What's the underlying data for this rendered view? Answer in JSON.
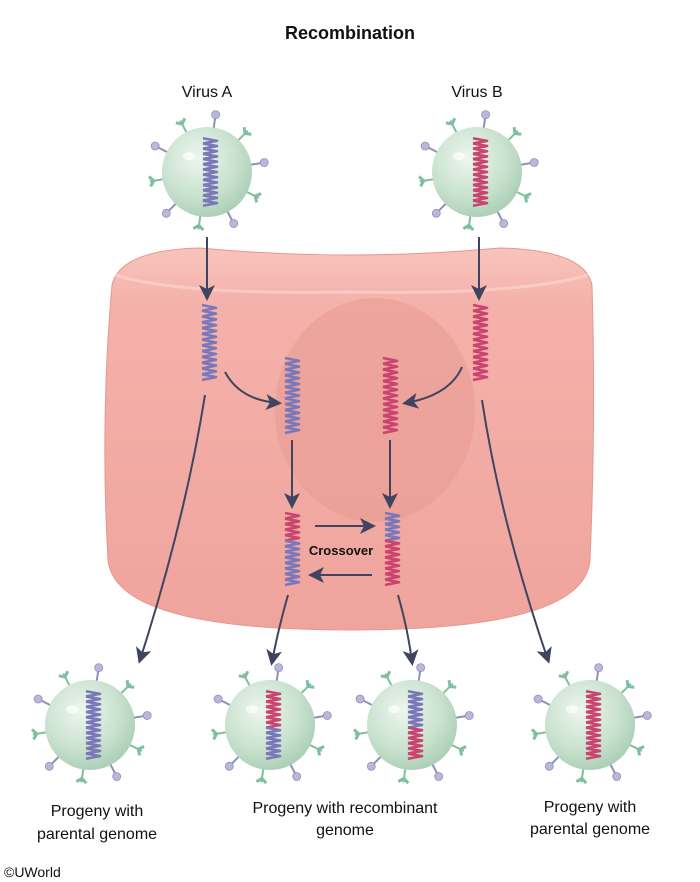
{
  "title": "Recombination",
  "virus_a_label": "Virus A",
  "virus_b_label": "Virus B",
  "crossover_label": "Crossover",
  "progeny": [
    {
      "line1": "Progeny with",
      "line2": "parental genome",
      "genome": [
        "a"
      ]
    },
    {
      "line1": "Progeny with recombinant",
      "line2": "genome",
      "genome": [
        "b",
        "a"
      ]
    },
    {
      "line1": "",
      "line2": "",
      "genome": [
        "a",
        "b"
      ]
    },
    {
      "line1": "Progeny with",
      "line2": "parental genome",
      "genome": [
        "b"
      ]
    }
  ],
  "copyright": "©UWorld",
  "colors": {
    "genome_a": "#7a78b8",
    "genome_b": "#c9446e"
  }
}
